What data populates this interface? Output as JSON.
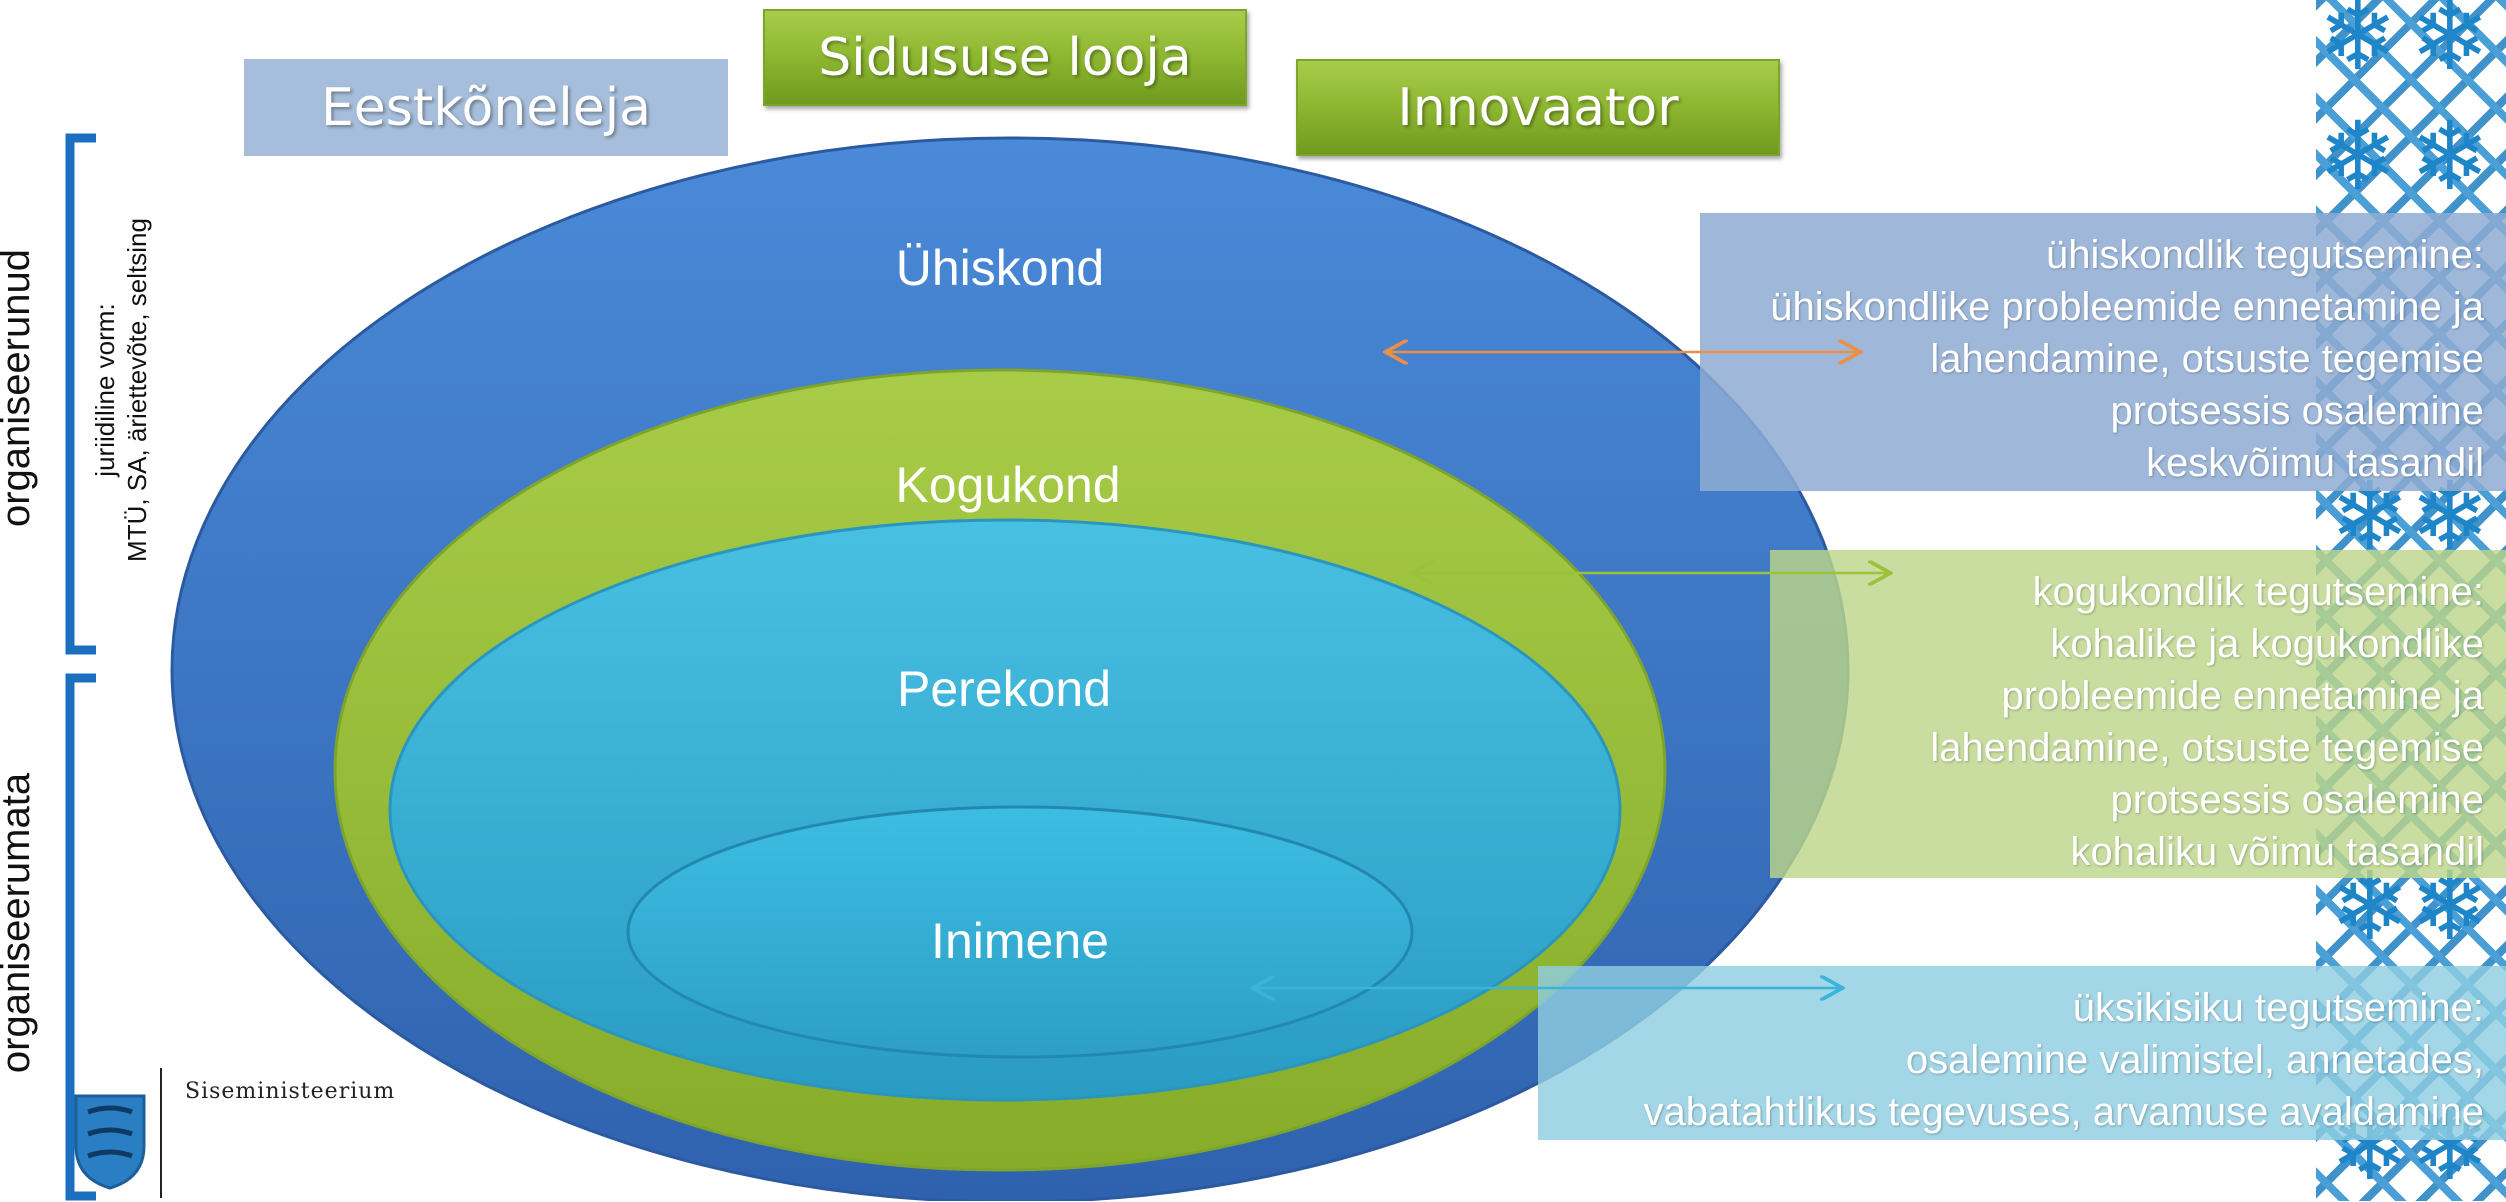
{
  "roles": {
    "eestkoneleja": "Eestkõneleja",
    "sidususe_looja": "Sidususe looja",
    "innovaator": "Innovaator"
  },
  "circles": {
    "uhiskond": "Ühiskond",
    "kogukond": "Kogukond",
    "perekond": "Perekond",
    "inimene": "Inimene"
  },
  "side": {
    "organized": "organiseerunud",
    "unorganized": "organiseerumata",
    "legal_form_line1": "juriidiline vorm:",
    "legal_form_line2": "MTÜ, SA,  äriettevõte, seltsing"
  },
  "descriptions": {
    "societal": [
      "ühiskondlik tegutsemine:",
      "ühiskondlike probleemide ennetamine ja",
      "lahendamine, otsuste tegemise",
      "protsessis osalemine",
      "keskvõimu tasandil"
    ],
    "community": [
      "kogukondlik tegutsemine:",
      "kohalike ja kogukondlike",
      "probleemide ennetamine ja",
      "lahendamine, otsuste tegemise",
      "protsessis osalemine",
      "kohaliku võimu tasandil"
    ],
    "individual": [
      "üksikisiku tegutsemine:",
      "osalemine valimistel, annetades,",
      "vabatahtlikus tegevuses, arvamuse avaldamine"
    ]
  },
  "logo": {
    "name": "Siseministeerium",
    "icon": "coat-of-arms-icon"
  },
  "colors": {
    "outer_blue": "#3f7ccc",
    "green": "#9cc23a",
    "cyan": "#3ab4d8",
    "desc_blue": "#8eabd3",
    "desc_green": "#bcd68a",
    "desc_cyan": "#8fcde0",
    "arrow_orange": "#e8904a",
    "arrow_green": "#9cc23a",
    "arrow_cyan": "#3ab4d8"
  }
}
